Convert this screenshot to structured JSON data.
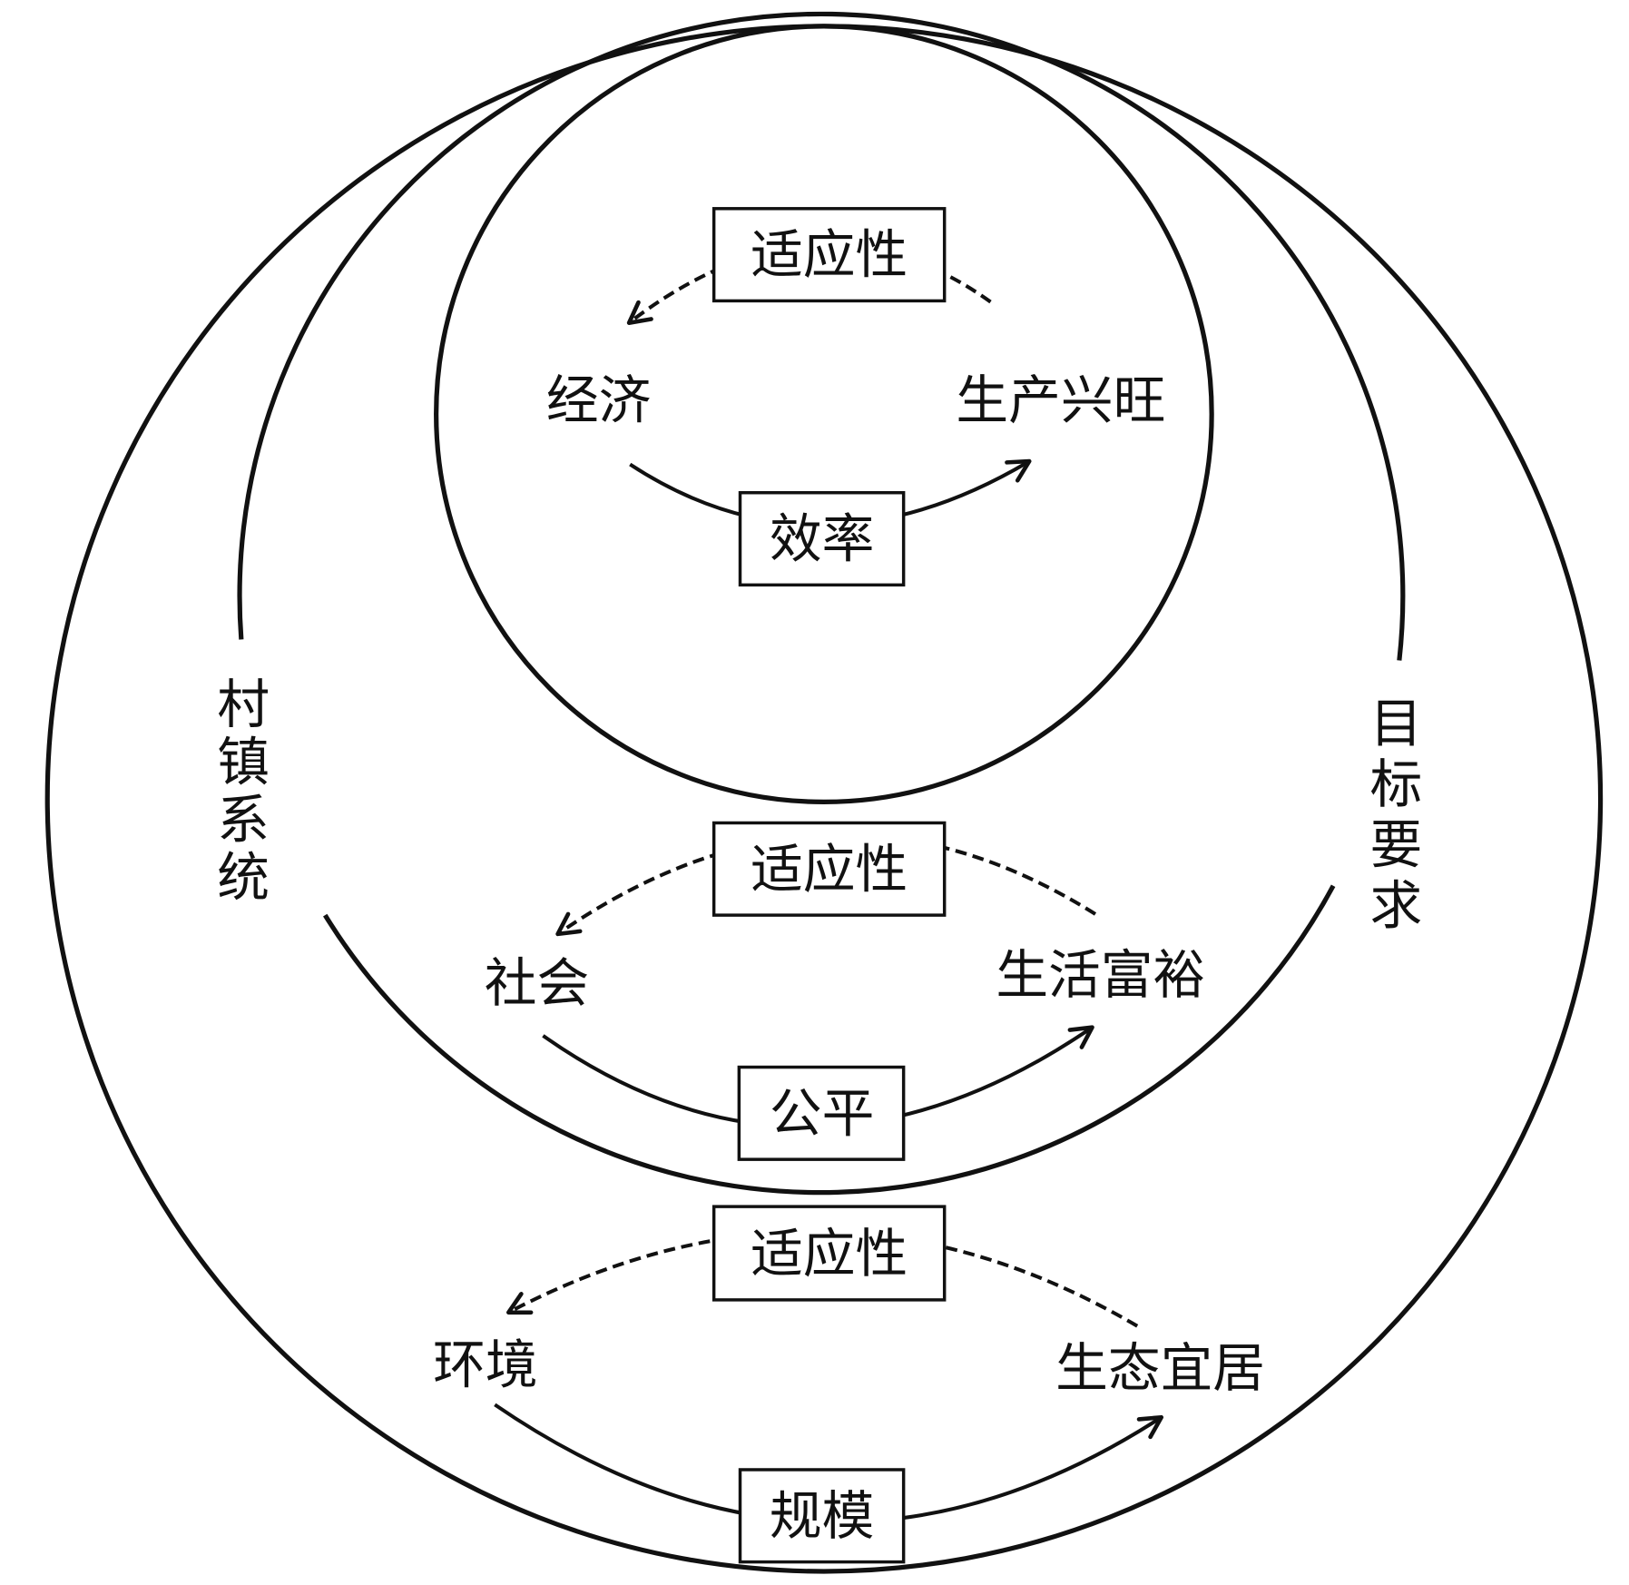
{
  "system_label": "村镇系统",
  "goal_label": "目标要求",
  "layers": [
    {
      "adaptability": "适应性",
      "dimension": "经济",
      "goal": "生产兴旺",
      "principle": "效率"
    },
    {
      "adaptability": "适应性",
      "dimension": "社会",
      "goal": "生活富裕",
      "principle": "公平"
    },
    {
      "adaptability": "适应性",
      "dimension": "环境",
      "goal": "生态宜居",
      "principle": "规模"
    }
  ],
  "colors": {
    "line": "#111111",
    "background": "#ffffff"
  }
}
